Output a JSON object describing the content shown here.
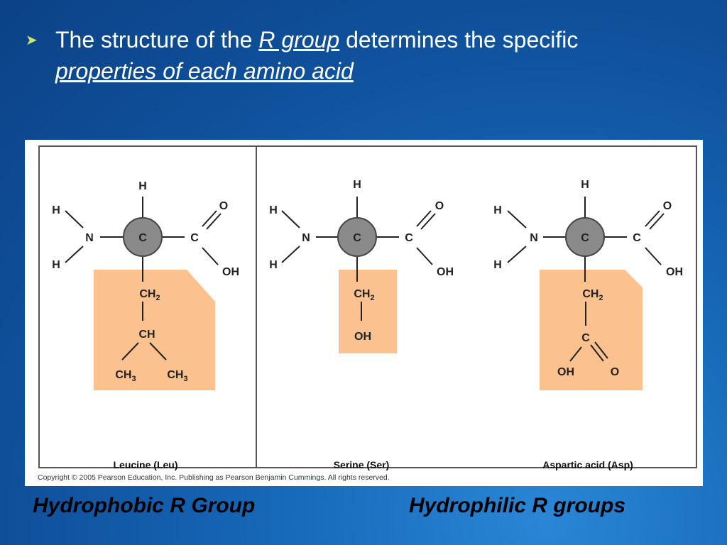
{
  "bullet": {
    "text_1": "The structure of the ",
    "link_1": "R group",
    "text_2": " determines the specific",
    "link_2": "properties of each amino acid"
  },
  "figure": {
    "amino_acids": [
      {
        "name": "Leucine (Leu)",
        "r_group": [
          "CH2",
          "CH",
          "CH3",
          "CH3"
        ]
      },
      {
        "name": "Serine (Ser)",
        "r_group": [
          "CH2",
          "OH"
        ]
      },
      {
        "name": "Aspartic acid (Asp)",
        "r_group": [
          "CH2",
          "C",
          "OH",
          "O"
        ]
      }
    ],
    "atoms": {
      "H": "H",
      "N": "N",
      "C": "C",
      "O": "O",
      "OH": "OH",
      "CH": "CH"
    },
    "copyright": "Copyright © 2005 Pearson Education, Inc. Publishing as Pearson Benjamin Cummings. All rights reserved.",
    "colors": {
      "r_group_fill": "#fbc18e",
      "alpha_carbon": "#8a8a8a",
      "frame": "#555555"
    }
  },
  "captions": {
    "left": "Hydrophobic R Group",
    "right": "Hydrophilic R groups"
  },
  "colors": {
    "bullet_arrow": "#c8e66e",
    "text": "#ffffff",
    "caption": "#000000"
  }
}
